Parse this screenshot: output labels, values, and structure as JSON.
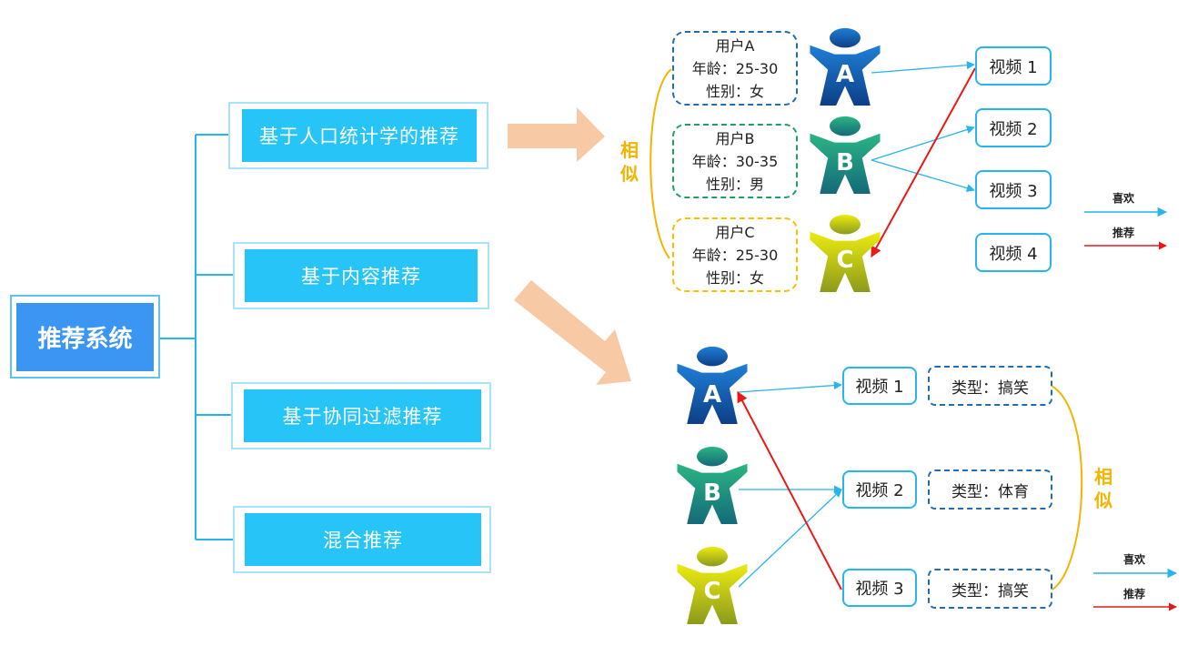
{
  "root": {
    "label": "推荐系统"
  },
  "branches": [
    {
      "label": "基于人口统计学的推荐"
    },
    {
      "label": "基于内容推荐"
    },
    {
      "label": "基于协同过滤推荐"
    },
    {
      "label": "混合推荐"
    }
  ],
  "demographic": {
    "users": [
      {
        "name": "用户A",
        "age": "年龄：25-30",
        "gender": "性别：女",
        "letter": "A"
      },
      {
        "name": "用户B",
        "age": "年龄：30-35",
        "gender": "性别：男",
        "letter": "B"
      },
      {
        "name": "用户C",
        "age": "年龄：25-30",
        "gender": "性别：女",
        "letter": "C"
      }
    ],
    "videos": [
      "视频 1",
      "视频 2",
      "视频 3",
      "视频 4"
    ],
    "similar": "相似",
    "legend": {
      "like": "喜欢",
      "recommend": "推荐"
    }
  },
  "content": {
    "users": [
      "A",
      "B",
      "C"
    ],
    "videos": [
      "视频 1",
      "视频 2",
      "视频 3"
    ],
    "types": [
      "类型：搞笑",
      "类型：体育",
      "类型：搞笑"
    ],
    "similar": "相似",
    "legend": {
      "like": "喜欢",
      "recommend": "推荐"
    }
  },
  "colors": {
    "like": "#27b4ef",
    "recommend": "#e81919",
    "similar": "#f5b400",
    "figure_a": "#1565b0",
    "figure_b": "#1f9a7a",
    "figure_c": "#c8c81a",
    "big_arrow": "#f7c9a4"
  }
}
